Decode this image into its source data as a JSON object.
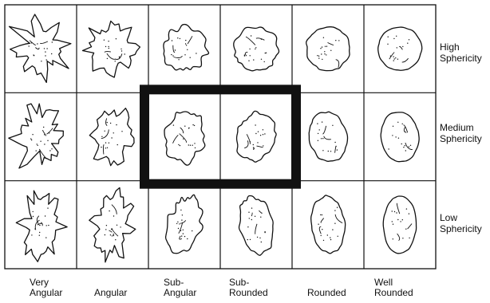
{
  "columns": [
    "Very\nAngular",
    "Angular",
    "Sub-\nAngular",
    "Sub-\nRounded",
    "Rounded",
    "Well\nRounded"
  ],
  "rows": [
    "High\nSphericity",
    "Medium\nSphericity",
    "Low\nSphericity"
  ],
  "highlight": {
    "rows": [
      1
    ],
    "columns": [
      2,
      3
    ]
  },
  "colors": {
    "line": "#111111",
    "background": "#ffffff"
  },
  "cells": [
    [
      {
        "roundness": 0,
        "sphericity": 0
      },
      {
        "roundness": 1,
        "sphericity": 0
      },
      {
        "roundness": 2,
        "sphericity": 0
      },
      {
        "roundness": 3,
        "sphericity": 0
      },
      {
        "roundness": 4,
        "sphericity": 0
      },
      {
        "roundness": 5,
        "sphericity": 0
      }
    ],
    [
      {
        "roundness": 0,
        "sphericity": 1
      },
      {
        "roundness": 1,
        "sphericity": 1
      },
      {
        "roundness": 2,
        "sphericity": 1
      },
      {
        "roundness": 3,
        "sphericity": 1
      },
      {
        "roundness": 4,
        "sphericity": 1
      },
      {
        "roundness": 5,
        "sphericity": 1
      }
    ],
    [
      {
        "roundness": 0,
        "sphericity": 2
      },
      {
        "roundness": 1,
        "sphericity": 2
      },
      {
        "roundness": 2,
        "sphericity": 2
      },
      {
        "roundness": 3,
        "sphericity": 2
      },
      {
        "roundness": 4,
        "sphericity": 2
      },
      {
        "roundness": 5,
        "sphericity": 2
      }
    ]
  ]
}
